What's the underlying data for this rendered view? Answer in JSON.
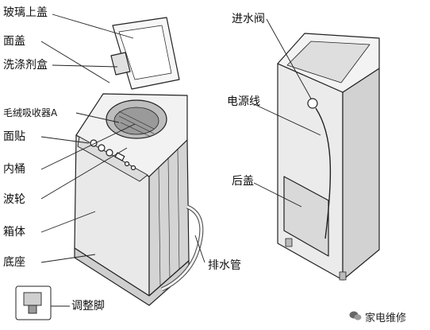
{
  "labels": {
    "glass_lid": "玻璃上盖",
    "top_cover": "面盖",
    "detergent_box": "洗涤剂盒",
    "lint_filter": "毛绒吸收器A",
    "front_panel": "面贴",
    "inner_drum": "内桶",
    "pulsator": "波轮",
    "cabinet": "箱体",
    "base": "底座",
    "adjustable_foot": "调整脚",
    "drain_hose": "排水管",
    "inlet_valve": "进水阀",
    "power_cord": "电源线",
    "rear_cover": "后盖"
  },
  "watermark": {
    "text": "家电维修"
  },
  "colors": {
    "line": "#222222",
    "body_fill": "#e9e9e9",
    "body_dark": "#cfcfcf",
    "body_light": "#f4f4f4"
  }
}
